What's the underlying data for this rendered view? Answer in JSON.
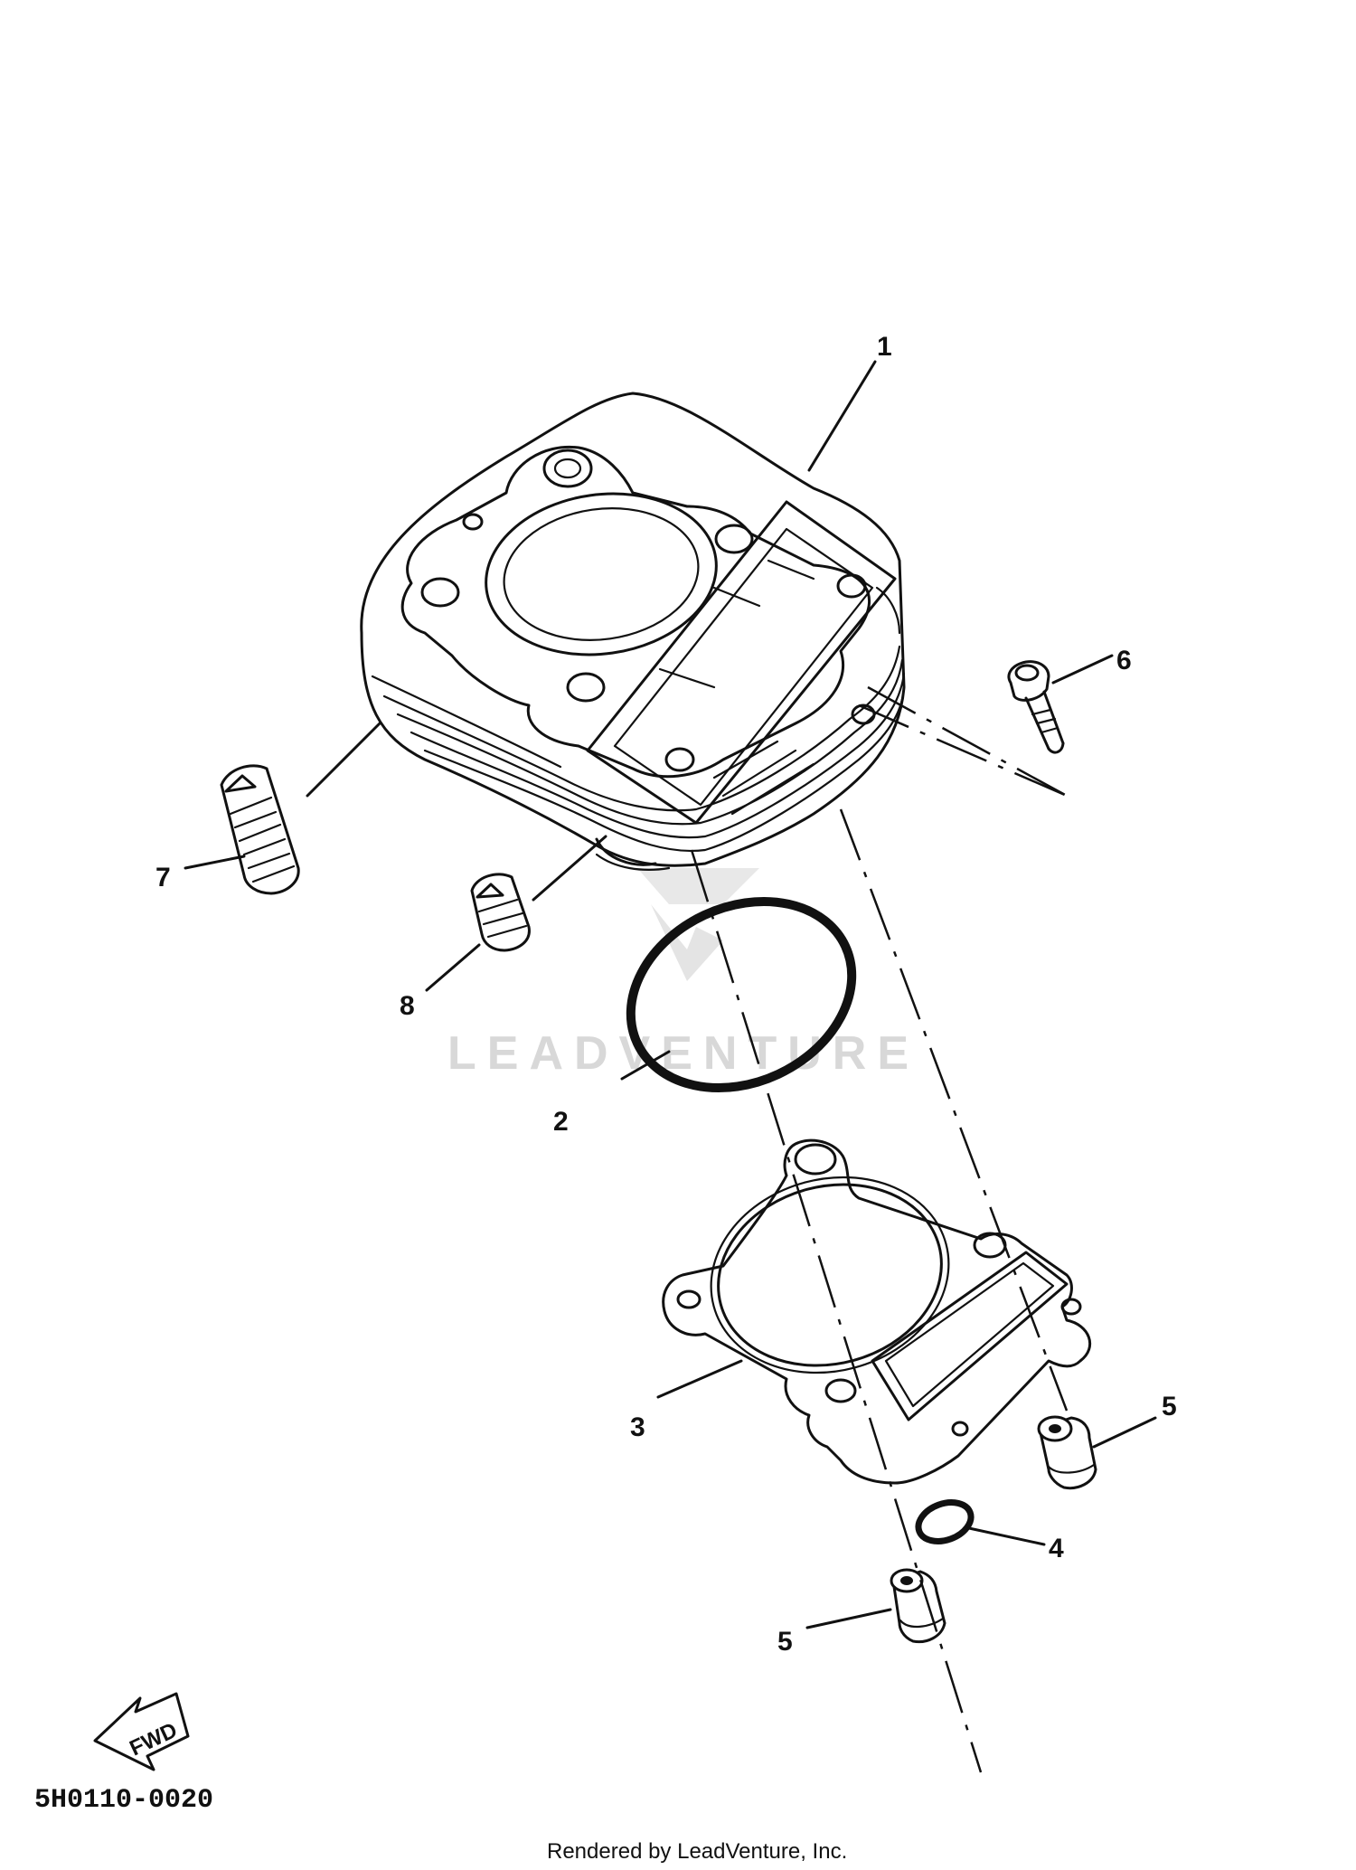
{
  "callouts": [
    {
      "id": "1",
      "label": "1"
    },
    {
      "id": "2",
      "label": "2"
    },
    {
      "id": "3",
      "label": "3"
    },
    {
      "id": "4",
      "label": "4"
    },
    {
      "id": "5a",
      "label": "5"
    },
    {
      "id": "5b",
      "label": "5"
    },
    {
      "id": "6",
      "label": "6"
    },
    {
      "id": "7",
      "label": "7"
    },
    {
      "id": "8",
      "label": "8"
    }
  ],
  "diagram_code": "5H0110-0020",
  "fwd_label": "FWD",
  "watermark": "LEADVENTURE",
  "footer": "Rendered by LeadVenture, Inc.",
  "colors": {
    "line": "#111111",
    "watermark": "#d8d8d8",
    "background": "#ffffff"
  }
}
